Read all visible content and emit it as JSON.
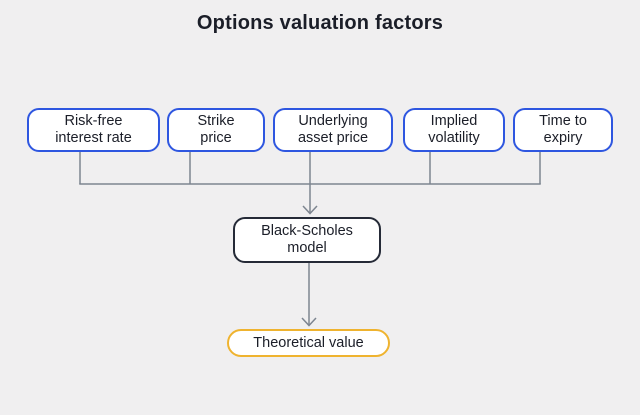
{
  "title": "Options valuation factors",
  "colors": {
    "background": "#f0eff0",
    "factor_border": "#2e56e0",
    "model_border": "#252a37",
    "value_border": "#efb32f",
    "connector": "#7d8590",
    "text": "#1b1e28"
  },
  "diagram": {
    "factors": [
      {
        "label": "Risk-free\ninterest rate"
      },
      {
        "label": "Strike\nprice"
      },
      {
        "label": "Underlying\nasset price"
      },
      {
        "label": "Implied\nvolatility"
      },
      {
        "label": "Time to\nexpiry"
      }
    ],
    "model": {
      "label": "Black-Scholes\nmodel"
    },
    "output": {
      "label": "Theoretical value"
    }
  }
}
